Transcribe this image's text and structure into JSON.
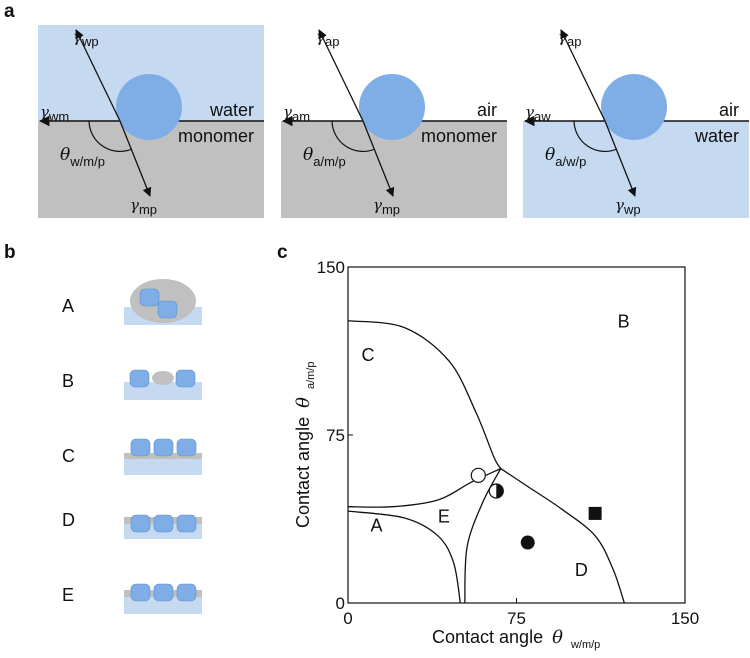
{
  "colors": {
    "water": "#c5d9f1",
    "monomer": "#c0c0c0",
    "particle": "#7faee6",
    "ink": "#111111"
  },
  "panel_a": {
    "letter": "a",
    "diagrams": [
      {
        "top_label": "water",
        "bottom_label": "monomer",
        "gamma_top": "wp",
        "gamma_left": "wm",
        "gamma_bottom": "mp",
        "theta_sub": "w/m/p"
      },
      {
        "top_label": "air",
        "bottom_label": "monomer",
        "gamma_top": "ap",
        "gamma_left": "am",
        "gamma_bottom": "mp",
        "theta_sub": "a/m/p"
      },
      {
        "top_label": "air",
        "bottom_label": "water",
        "gamma_top": "ap",
        "gamma_left": "aw",
        "gamma_bottom": "wp",
        "theta_sub": "a/w/p"
      }
    ],
    "gamma_symbol": "γ",
    "theta_symbol": "θ"
  },
  "panel_b": {
    "letter": "b",
    "states": [
      "A",
      "B",
      "C",
      "D",
      "E"
    ]
  },
  "panel_c": {
    "letter": "c",
    "x_label": "Contact angle",
    "x_label_sub": "w/m/p",
    "y_label": "Contact angle",
    "y_label_sub": "a/m/p",
    "x_ticks": [
      "0",
      "75",
      "150"
    ],
    "y_ticks": [
      "0",
      "75",
      "150"
    ],
    "regions": [
      "A",
      "B",
      "C",
      "D",
      "E"
    ]
  },
  "chart_data": {
    "type": "scatter",
    "xlim": [
      0,
      150
    ],
    "ylim": [
      0,
      150
    ],
    "points": [
      {
        "x": 58,
        "y": 57,
        "marker": "open-circle"
      },
      {
        "x": 66,
        "y": 50,
        "marker": "half-circle"
      },
      {
        "x": 80,
        "y": 27,
        "marker": "filled-circle"
      },
      {
        "x": 110,
        "y": 40,
        "marker": "filled-square"
      }
    ],
    "boundaries": [
      {
        "name": "C-B",
        "points": [
          [
            0,
            126
          ],
          [
            25,
            123
          ],
          [
            45,
            108
          ],
          [
            57,
            85
          ],
          [
            65,
            65
          ],
          [
            68,
            60
          ]
        ]
      },
      {
        "name": "C-E",
        "points": [
          [
            0,
            43
          ],
          [
            20,
            43
          ],
          [
            40,
            46
          ],
          [
            55,
            54
          ],
          [
            68,
            60
          ]
        ]
      },
      {
        "name": "A-E",
        "points": [
          [
            0,
            41
          ],
          [
            25,
            38
          ],
          [
            40,
            30
          ],
          [
            47,
            18
          ],
          [
            50,
            0
          ]
        ]
      },
      {
        "name": "E-D",
        "points": [
          [
            68,
            60
          ],
          [
            60,
            45
          ],
          [
            53,
            25
          ],
          [
            52,
            0
          ]
        ]
      },
      {
        "name": "B-D",
        "points": [
          [
            68,
            60
          ],
          [
            80,
            52
          ],
          [
            95,
            42
          ],
          [
            110,
            30
          ],
          [
            118,
            15
          ],
          [
            123,
            0
          ]
        ]
      }
    ]
  }
}
